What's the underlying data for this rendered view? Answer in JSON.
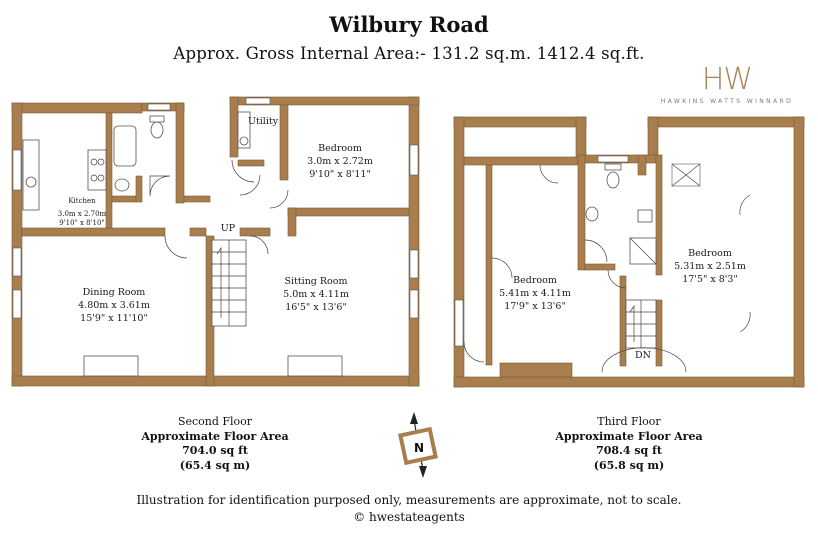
{
  "title": "Wilbury Road",
  "subtitle": "Approx. Gross Internal Area:- 131.2 sq.m. 1412.4 sq.ft.",
  "logo": {
    "mark": "HW",
    "name": "HAWKINS WATTS WINNARD"
  },
  "second_floor": {
    "kitchen": {
      "name": "Kitchen",
      "metric": "3.0m x 2.70m",
      "imperial": "9'10\" x 8'10\""
    },
    "utility": {
      "name": "Utility"
    },
    "bedroom": {
      "name": "Bedroom",
      "metric": "3.0m x 2.72m",
      "imperial": "9'10\" x 8'11\""
    },
    "dining": {
      "name": "Dining Room",
      "metric": "4.80m x 3.61m",
      "imperial": "15'9\" x 11'10\""
    },
    "sitting": {
      "name": "Sitting Room",
      "metric": "5.0m x 4.11m",
      "imperial": "16'5\" x 13'6\""
    },
    "stair_label": "UP",
    "caption": {
      "floor": "Second Floor",
      "area_label": "Approximate Floor Area",
      "sqft": "704.0 sq ft",
      "sqm": "(65.4 sq m)"
    }
  },
  "third_floor": {
    "bedroom1": {
      "name": "Bedroom",
      "metric": "5.41m x 4.11m",
      "imperial": "17'9\" x 13'6\""
    },
    "bedroom2": {
      "name": "Bedroom",
      "metric": "5.31m x 2.51m",
      "imperial": "17'5\" x 8'3\""
    },
    "stair_label": "DN",
    "caption": {
      "floor": "Third Floor",
      "area_label": "Approximate Floor Area",
      "sqft": "708.4 sq ft",
      "sqm": "(65.8 sq m)"
    }
  },
  "compass": {
    "label": "N"
  },
  "footer": {
    "disclaimer": "Illustration for identification purposed only, measurements are approximate, not to scale.",
    "copyright": "© hwestateagents"
  },
  "colors": {
    "wall": "#a87e4f",
    "wall_edge": "#7a5a36",
    "logo": "#a8855c"
  }
}
